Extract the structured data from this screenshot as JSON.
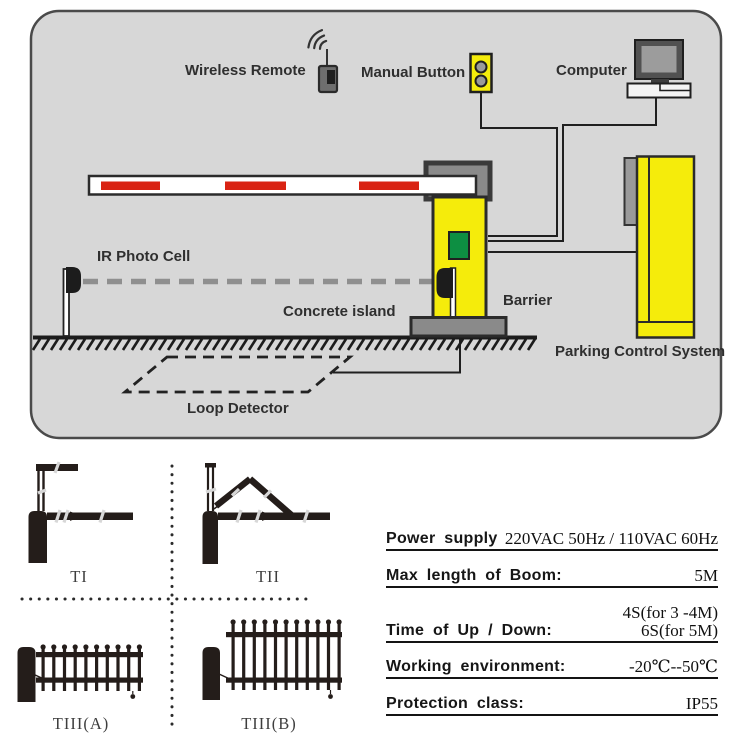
{
  "diagram": {
    "labels": {
      "wireless_remote": "Wireless Remote",
      "manual_button": "Manual Button",
      "computer": "Computer",
      "ir_photo_cell": "IR Photo Cell",
      "concrete_island": "Concrete island",
      "barrier": "Barrier",
      "parking_control_system": "Parking Control System",
      "loop_detector": "Loop Detector"
    },
    "colors": {
      "panel_background": "#d7d7d7",
      "device_yellow": "#f5ec0b",
      "boom_stripe_red": "#d92313",
      "display_green": "#0d8f42",
      "metal_gray": "#8a8a8a",
      "outline_dark": "#2b2b2b",
      "ir_beam_gray": "#8f8f8f"
    },
    "icons": {
      "wireless_remote": "wireless-remote-icon",
      "manual_button": "manual-button-icon",
      "computer": "computer-icon",
      "barrier_gate": "barrier-gate-icon",
      "control_cabinet": "control-cabinet-icon",
      "ir_photo_cell": "ir-photo-cell-icon",
      "loop_detector": "loop-detector-icon"
    }
  },
  "boom_types": {
    "t1": "TI",
    "t2": "TII",
    "t3a": "TIII(A)",
    "t3b": "TIII(B)"
  },
  "specs": {
    "rows": [
      {
        "label": "Power supply",
        "values": [
          "220VAC 50Hz / 110VAC 60Hz"
        ]
      },
      {
        "label": "Max length of Boom:",
        "values": [
          "5M"
        ]
      },
      {
        "label": "Time of Up / Down:",
        "values": [
          "4S(for 3 -4M)",
          "6S(for 5M)"
        ]
      },
      {
        "label": "Working environment:",
        "values": [
          "-20℃--50℃"
        ]
      },
      {
        "label": "Protection class:",
        "values": [
          "IP55"
        ]
      }
    ]
  }
}
